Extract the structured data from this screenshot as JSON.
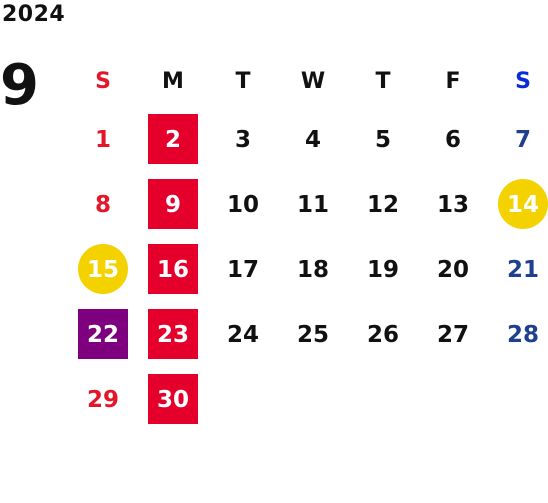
{
  "year": "2024",
  "month": "9",
  "colors": {
    "sunday": "#e4162a",
    "saturday_header": "#0a2bd6",
    "saturday": "#1f3f8f",
    "weekday": "#111111",
    "holiday_red": "#e4002b",
    "holiday_yellow": "#f3d200",
    "holiday_purple": "#7f007f",
    "on_fill_text": "#ffffff"
  },
  "weekdays": [
    {
      "label": "S",
      "color": "#e4162a"
    },
    {
      "label": "M",
      "color": "#111111"
    },
    {
      "label": "T",
      "color": "#111111"
    },
    {
      "label": "W",
      "color": "#111111"
    },
    {
      "label": "T",
      "color": "#111111"
    },
    {
      "label": "F",
      "color": "#111111"
    },
    {
      "label": "S",
      "color": "#0a2bd6"
    }
  ],
  "weeks": [
    [
      {
        "day": "1",
        "color": "#e4162a"
      },
      {
        "day": "2",
        "color": "#ffffff",
        "bg": "#e4002b",
        "shape": "square"
      },
      {
        "day": "3",
        "color": "#111111"
      },
      {
        "day": "4",
        "color": "#111111"
      },
      {
        "day": "5",
        "color": "#111111"
      },
      {
        "day": "6",
        "color": "#111111"
      },
      {
        "day": "7",
        "color": "#1f3f8f"
      }
    ],
    [
      {
        "day": "8",
        "color": "#e4162a"
      },
      {
        "day": "9",
        "color": "#ffffff",
        "bg": "#e4002b",
        "shape": "square"
      },
      {
        "day": "10",
        "color": "#111111"
      },
      {
        "day": "11",
        "color": "#111111"
      },
      {
        "day": "12",
        "color": "#111111"
      },
      {
        "day": "13",
        "color": "#111111"
      },
      {
        "day": "14",
        "color": "#ffffff",
        "bg": "#f3d200",
        "shape": "circle"
      }
    ],
    [
      {
        "day": "15",
        "color": "#ffffff",
        "bg": "#f3d200",
        "shape": "circle"
      },
      {
        "day": "16",
        "color": "#ffffff",
        "bg": "#e4002b",
        "shape": "square"
      },
      {
        "day": "17",
        "color": "#111111"
      },
      {
        "day": "18",
        "color": "#111111"
      },
      {
        "day": "19",
        "color": "#111111"
      },
      {
        "day": "20",
        "color": "#111111"
      },
      {
        "day": "21",
        "color": "#1f3f8f"
      }
    ],
    [
      {
        "day": "22",
        "color": "#ffffff",
        "bg": "#7f007f",
        "shape": "square"
      },
      {
        "day": "23",
        "color": "#ffffff",
        "bg": "#e4002b",
        "shape": "square"
      },
      {
        "day": "24",
        "color": "#111111"
      },
      {
        "day": "25",
        "color": "#111111"
      },
      {
        "day": "26",
        "color": "#111111"
      },
      {
        "day": "27",
        "color": "#111111"
      },
      {
        "day": "28",
        "color": "#1f3f8f"
      }
    ],
    [
      {
        "day": "29",
        "color": "#e4162a"
      },
      {
        "day": "30",
        "color": "#ffffff",
        "bg": "#e4002b",
        "shape": "square"
      },
      {
        "day": "",
        "color": "#111111"
      },
      {
        "day": "",
        "color": "#111111"
      },
      {
        "day": "",
        "color": "#111111"
      },
      {
        "day": "",
        "color": "#111111"
      },
      {
        "day": "",
        "color": "#111111"
      }
    ]
  ]
}
